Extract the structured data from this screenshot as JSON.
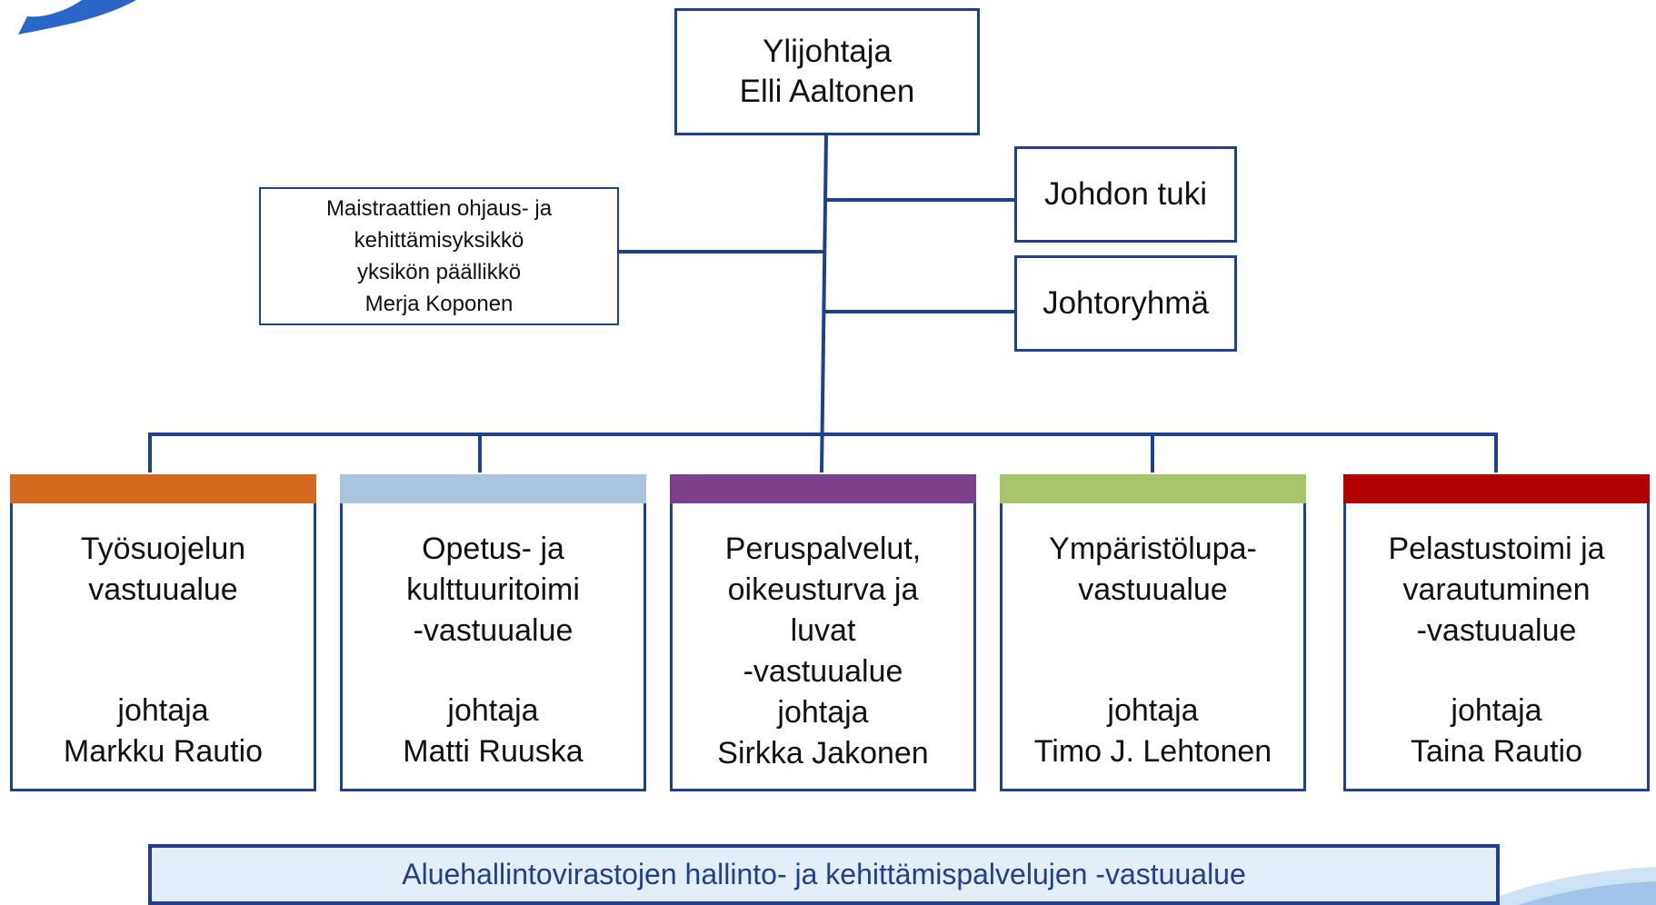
{
  "colors": {
    "border": "#1f3f8f",
    "logo": "#2a66c8",
    "bottom_fill": "#e3eef8",
    "area_bars": [
      "#d2691e",
      "#a9c4dc",
      "#7c3f8c",
      "#a8c46a",
      "#b00000"
    ]
  },
  "director": {
    "title": "Ylijohtaja",
    "name": "Elli Aaltonen"
  },
  "unit": {
    "lines": [
      "Maistraattien ohjaus- ja",
      "kehittämisyksikkö",
      "yksikön päällikkö",
      "Merja Koponen"
    ]
  },
  "support": {
    "label": "Johdon tuki"
  },
  "management": {
    "label": "Johtoryhmä"
  },
  "areas": [
    {
      "name_lines": [
        "Työsuojelun",
        "vastuualue"
      ],
      "role": "johtaja",
      "person": "Markku Rautio"
    },
    {
      "name_lines": [
        "Opetus- ja",
        "kulttuuritoimi",
        "-vastuualue"
      ],
      "role": "johtaja",
      "person": "Matti Ruuska"
    },
    {
      "name_lines": [
        "Peruspalvelut,",
        "oikeusturva ja",
        "luvat",
        " -vastuualue"
      ],
      "role": "johtaja",
      "person": "Sirkka Jakonen"
    },
    {
      "name_lines": [
        "Ympäristölupa-",
        "vastuualue"
      ],
      "role": "johtaja",
      "person": "Timo J. Lehtonen"
    },
    {
      "name_lines": [
        "Pelastustoimi ja",
        "varautuminen",
        "-vastuualue"
      ],
      "role": "johtaja",
      "person": "Taina Rautio"
    }
  ],
  "bottom": {
    "label": "Aluehallintovirastojen hallinto- ja kehittämispalvelujen -vastuualue"
  }
}
